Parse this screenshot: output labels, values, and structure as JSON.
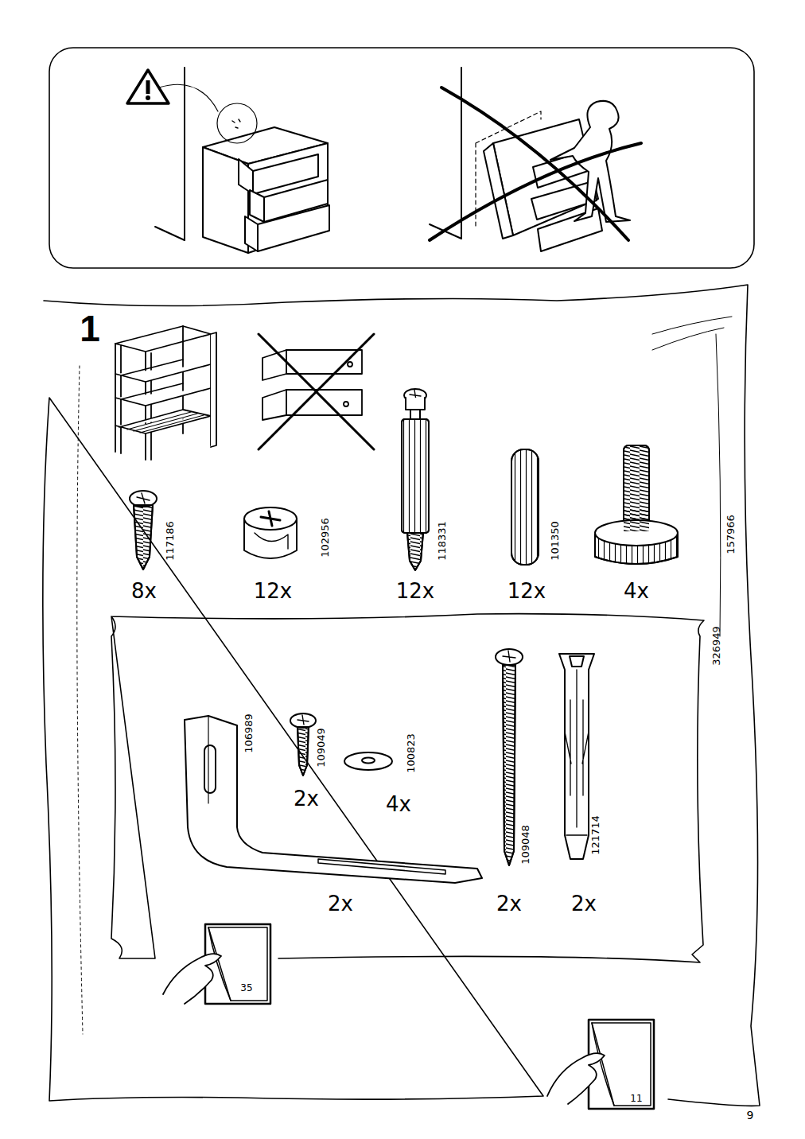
{
  "diagram": {
    "labels": [
      "1",
      "117186",
      "8x",
      "102956",
      "12x",
      "118331",
      "12x",
      "101350",
      "12x",
      "157966",
      "4x",
      "326949",
      "106989",
      "109049",
      "2x",
      "100823",
      "4x",
      "109048",
      "121714",
      "2x",
      "2x",
      "2x",
      "35",
      "11",
      "9"
    ]
  }
}
